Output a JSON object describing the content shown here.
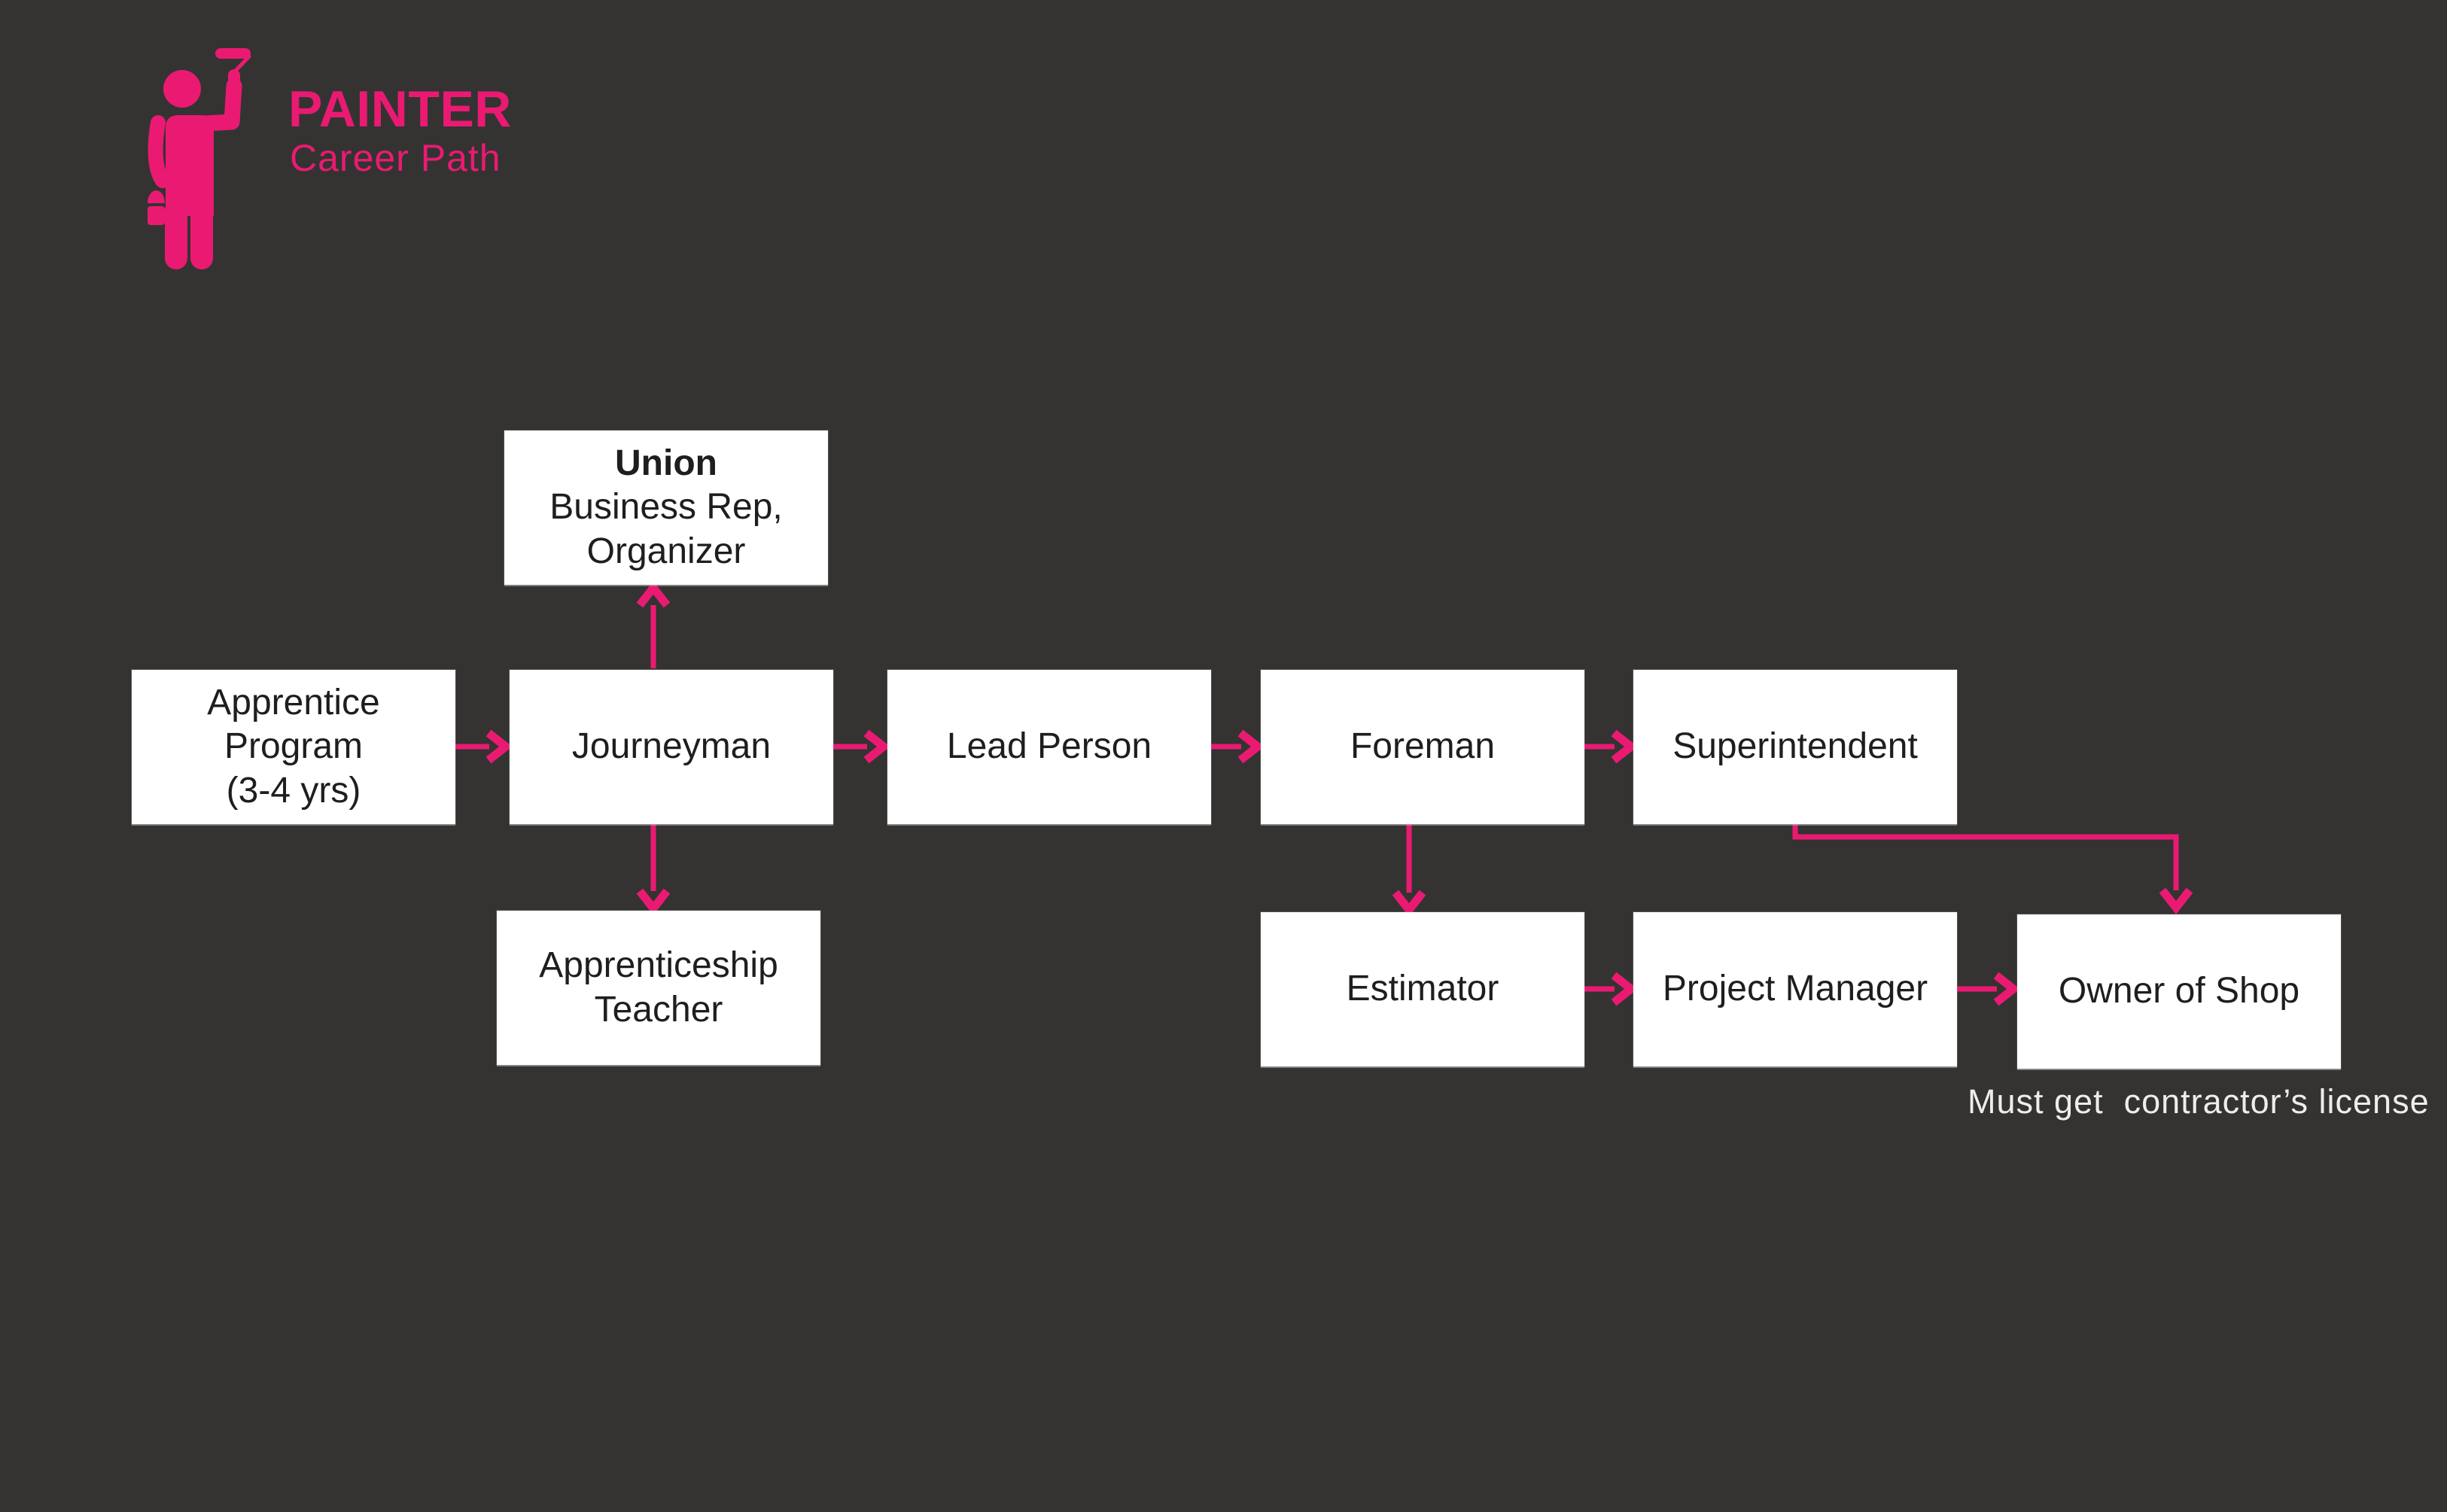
{
  "theme": {
    "background": "#343332",
    "accent": "#EA1A72",
    "box_bg": "#FFFFFF",
    "box_text": "#1E1E1E",
    "note_text": "#EFEDEB"
  },
  "logo": {
    "title": "PAINTER",
    "subtitle": "Career Path",
    "icon": "painter-figure-with-roller-icon"
  },
  "nodes": {
    "union": {
      "line1": "Union",
      "line2": "Business Rep,",
      "line3": "Organizer"
    },
    "apprentice": {
      "line1": "Apprentice",
      "line2": "Program",
      "line3": "(3-4 yrs)"
    },
    "journeyman": {
      "line1": "Journeyman"
    },
    "lead_person": {
      "line1": "Lead Person"
    },
    "foreman": {
      "line1": "Foreman"
    },
    "superintendent": {
      "line1": "Superintendent"
    },
    "apprenticeship_teacher": {
      "line1": "Apprenticeship",
      "line2": "Teacher"
    },
    "estimator": {
      "line1": "Estimator"
    },
    "project_manager": {
      "line1": "Project Manager"
    },
    "owner_of_shop": {
      "line1": "Owner of Shop"
    }
  },
  "edges": [
    {
      "from": "apprentice",
      "to": "journeyman"
    },
    {
      "from": "journeyman",
      "to": "union"
    },
    {
      "from": "journeyman",
      "to": "apprenticeship_teacher"
    },
    {
      "from": "journeyman",
      "to": "lead_person"
    },
    {
      "from": "lead_person",
      "to": "foreman"
    },
    {
      "from": "foreman",
      "to": "superintendent"
    },
    {
      "from": "foreman",
      "to": "estimator"
    },
    {
      "from": "estimator",
      "to": "project_manager"
    },
    {
      "from": "project_manager",
      "to": "owner_of_shop"
    },
    {
      "from": "superintendent",
      "to": "owner_of_shop"
    }
  ],
  "note": {
    "text": "Must get  contractor’s license"
  }
}
